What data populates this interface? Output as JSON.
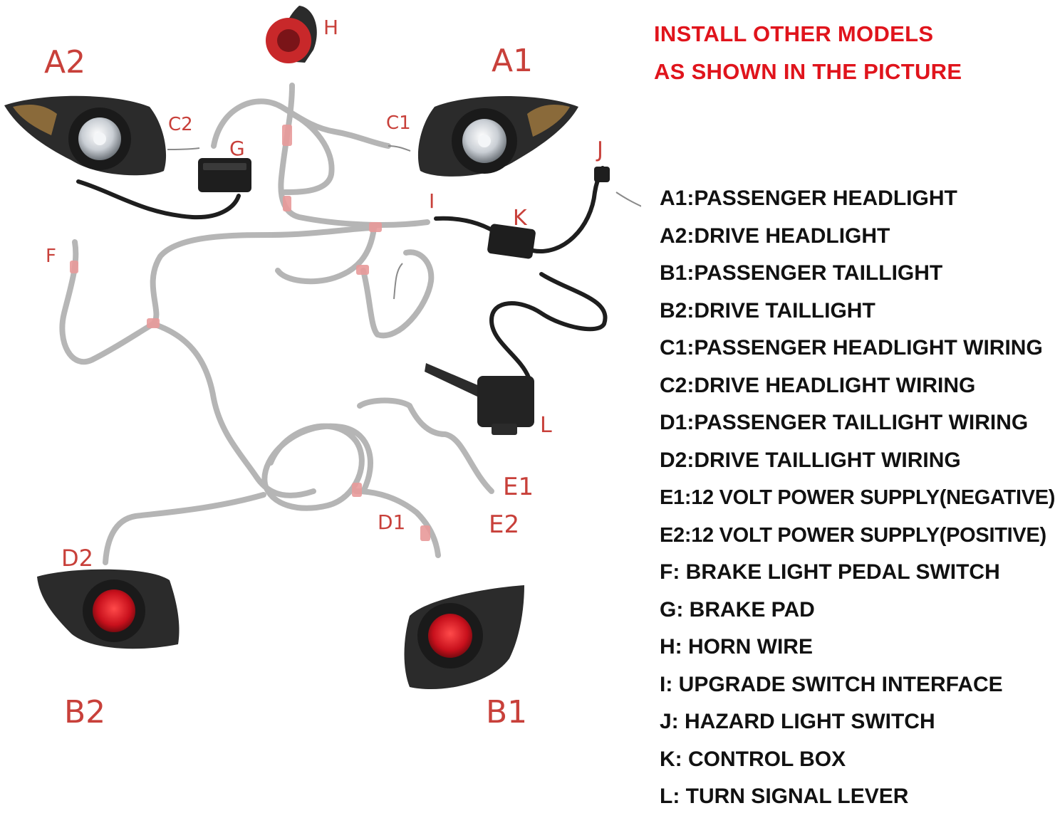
{
  "note": {
    "line1": "INSTALL OTHER MODELS",
    "line2": "AS SHOWN IN THE PICTURE",
    "color": "#e0141c"
  },
  "callouts": {
    "a1": "A1",
    "a2": "A2",
    "b1": "B1",
    "b2": "B2",
    "c1": "C1",
    "c2": "C2",
    "d1": "D1",
    "d2": "D2",
    "e1": "E1",
    "e2": "E2",
    "f": "F",
    "g": "G",
    "h": "H",
    "i": "I",
    "j": "J",
    "k": "K",
    "l": "L",
    "color": "#c8403a"
  },
  "legend": [
    "A1:PASSENGER HEADLIGHT",
    "A2:DRIVE HEADLIGHT",
    "B1:PASSENGER TAILLIGHT",
    "B2:DRIVE TAILLIGHT",
    "C1:PASSENGER HEADLIGHT WIRING",
    "C2:DRIVE HEADLIGHT WIRING",
    "D1:PASSENGER TAILLIGHT WIRING",
    "D2:DRIVE TAILLIGHT WIRING",
    "E1:12 VOLT POWER SUPPLY(NEGATIVE)",
    "E2:12 VOLT POWER SUPPLY(POSITIVE)",
    "F: BRAKE LIGHT PEDAL SWITCH",
    "G: BRAKE PAD",
    "H: HORN WIRE",
    "I: UPGRADE SWITCH INTERFACE",
    "J: HAZARD LIGHT SWITCH",
    "K: CONTROL BOX",
    "L: TURN SIGNAL LEVER"
  ],
  "colors": {
    "harness": "#a9a9a9",
    "connector": "#e89a9a",
    "lamp_housing": "#2b2b2b",
    "taillight_lens": "#c8101c",
    "headlight_lens": "#c9ced4"
  }
}
